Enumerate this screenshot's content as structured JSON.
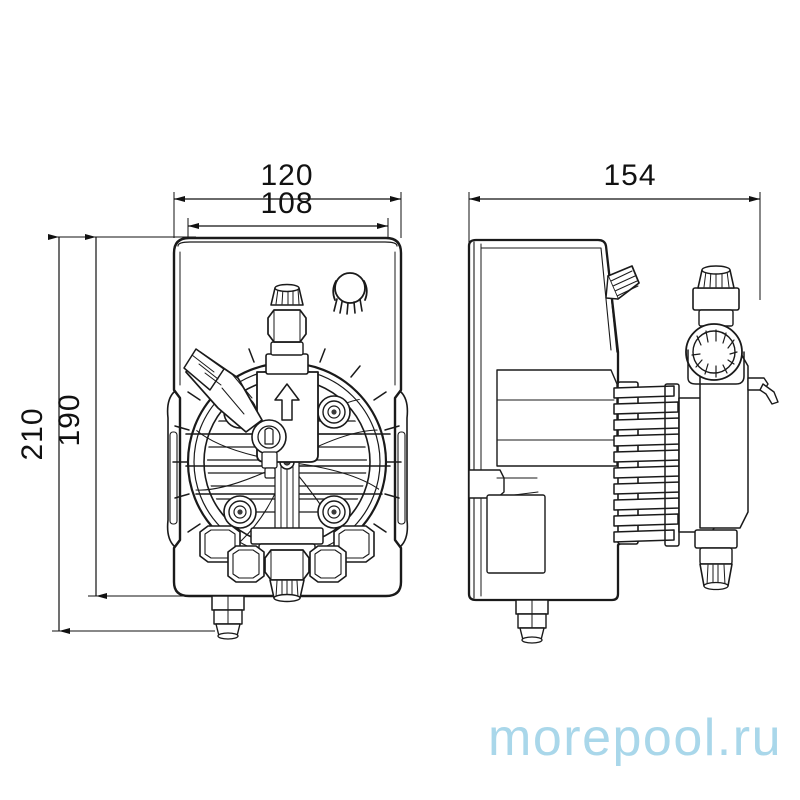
{
  "sheet": {
    "background_color": "#ffffff",
    "line_color": "#1a1a1a",
    "title": "Dosing pump dimensional drawing"
  },
  "dimensions": {
    "front_width_outer": {
      "value": "120",
      "unit_implied": "mm",
      "orientation": "horizontal",
      "view": "front"
    },
    "front_width_inner": {
      "value": "108",
      "unit_implied": "mm",
      "orientation": "horizontal",
      "view": "front"
    },
    "front_height_outer": {
      "value": "210",
      "unit_implied": "mm",
      "orientation": "vertical",
      "view": "front"
    },
    "front_height_inner": {
      "value": "190",
      "unit_implied": "mm",
      "orientation": "vertical",
      "view": "front"
    },
    "side_depth": {
      "value": "154",
      "unit_implied": "mm",
      "orientation": "horizontal",
      "view": "side"
    }
  },
  "views": [
    {
      "id": "front",
      "name": "front-view",
      "label": ""
    },
    {
      "id": "side",
      "name": "side-view",
      "label": ""
    }
  ],
  "front_view_parts": [
    {
      "name": "enclosure-body"
    },
    {
      "name": "adjustment-knob-icon"
    },
    {
      "name": "discharge-fitting-top"
    },
    {
      "name": "knurled-cap-top"
    },
    {
      "name": "flow-direction-arrow"
    },
    {
      "name": "priming-valve-diagonal"
    },
    {
      "name": "pump-head-circular"
    },
    {
      "name": "pump-head-bolt"
    },
    {
      "name": "suction-fitting-bottom"
    },
    {
      "name": "mounting-foot"
    },
    {
      "name": "cable-gland-bottom"
    }
  ],
  "side_view_parts": [
    {
      "name": "enclosure-body-side"
    },
    {
      "name": "adjustment-knob-side"
    },
    {
      "name": "display-recess"
    },
    {
      "name": "pump-head-ribs"
    },
    {
      "name": "discharge-fitting-side"
    },
    {
      "name": "priming-valve-knob-side"
    },
    {
      "name": "suction-fitting-side"
    },
    {
      "name": "cable-gland-side"
    },
    {
      "name": "hose-barb-side"
    }
  ],
  "watermark": {
    "text": "morepool.ru",
    "color": "#a9d7ea"
  }
}
